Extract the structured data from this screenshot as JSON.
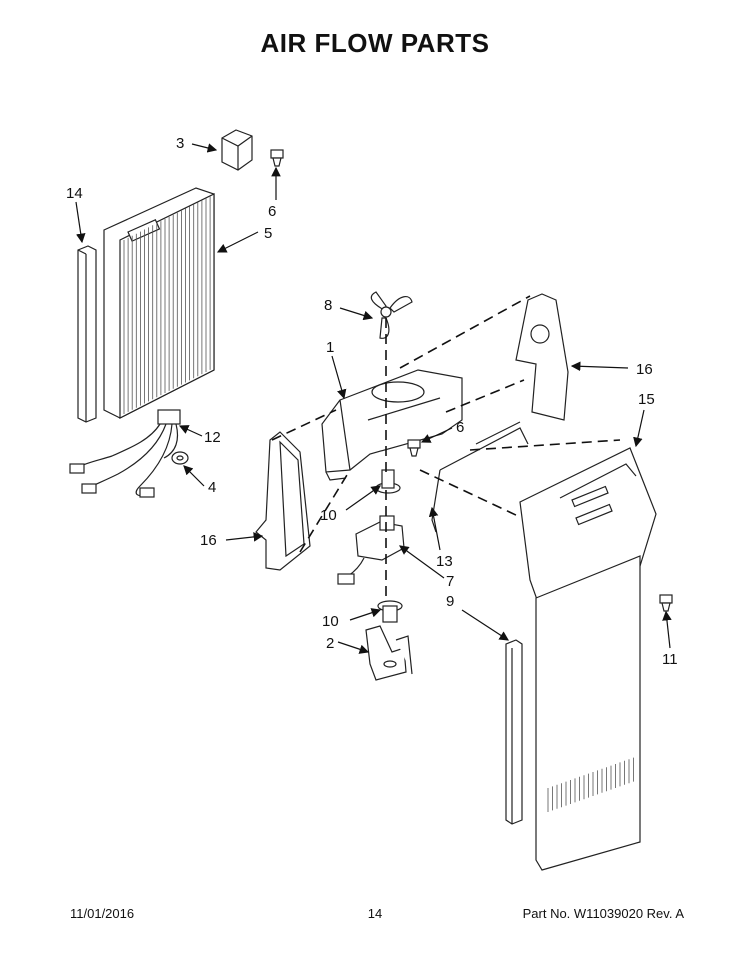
{
  "title": "AIR FLOW PARTS",
  "callouts": [
    {
      "id": "c3",
      "text": "3"
    },
    {
      "id": "c6a",
      "text": "6"
    },
    {
      "id": "c14",
      "text": "14"
    },
    {
      "id": "c5",
      "text": "5"
    },
    {
      "id": "c12",
      "text": "12"
    },
    {
      "id": "c4",
      "text": "4"
    },
    {
      "id": "c8",
      "text": "8"
    },
    {
      "id": "c1",
      "text": "1"
    },
    {
      "id": "c6b",
      "text": "6"
    },
    {
      "id": "c16a",
      "text": "16"
    },
    {
      "id": "c15",
      "text": "15"
    },
    {
      "id": "c10a",
      "text": "10"
    },
    {
      "id": "c16b",
      "text": "16"
    },
    {
      "id": "c13",
      "text": "13"
    },
    {
      "id": "c7",
      "text": "7"
    },
    {
      "id": "c9",
      "text": "9"
    },
    {
      "id": "c10b",
      "text": "10"
    },
    {
      "id": "c2",
      "text": "2"
    },
    {
      "id": "c11",
      "text": "11"
    }
  ],
  "footer": {
    "date": "11/01/2016",
    "page": "14",
    "part": "Part No.  W11039020  Rev.  A"
  }
}
